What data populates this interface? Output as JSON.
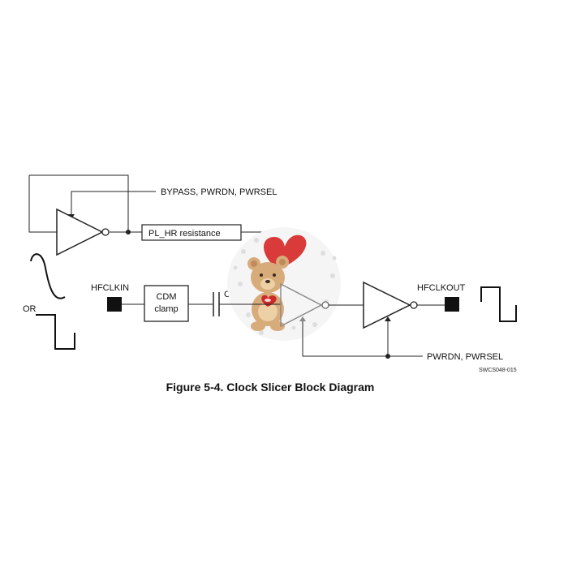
{
  "diagram": {
    "labels": {
      "bypass": "BYPASS, PWRDN, PWRSEL",
      "pl_hr": "PL_HR resistance",
      "hfclkin": "HFCLKIN",
      "cdm_line1": "CDM",
      "cdm_line2": "clamp",
      "cc": "Cc",
      "or": "OR",
      "hfclkout": "HFCLKOUT",
      "pwrdn_pwrsel": "PWRDN, PWRSEL",
      "ref_code": "SWCS048-015"
    },
    "caption": "Figure 5-4. Clock Slicer Block Diagram"
  },
  "colors": {
    "line": "#222222",
    "heart": "#d93a3a",
    "bear": "#d8ab7a"
  }
}
